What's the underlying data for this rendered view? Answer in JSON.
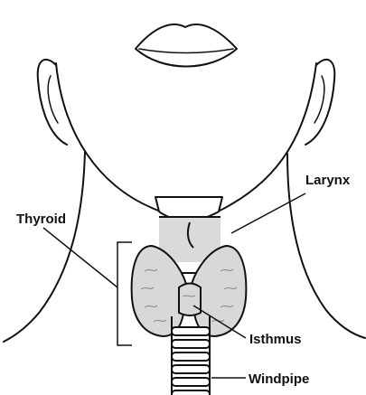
{
  "labels": {
    "larynx": "Larynx",
    "thyroid": "Thyroid",
    "isthmus": "Isthmus",
    "windpipe": "Windpipe"
  },
  "colors": {
    "outline": "#111111",
    "organ_fill": "#d9d9d9",
    "background": "#ffffff"
  }
}
